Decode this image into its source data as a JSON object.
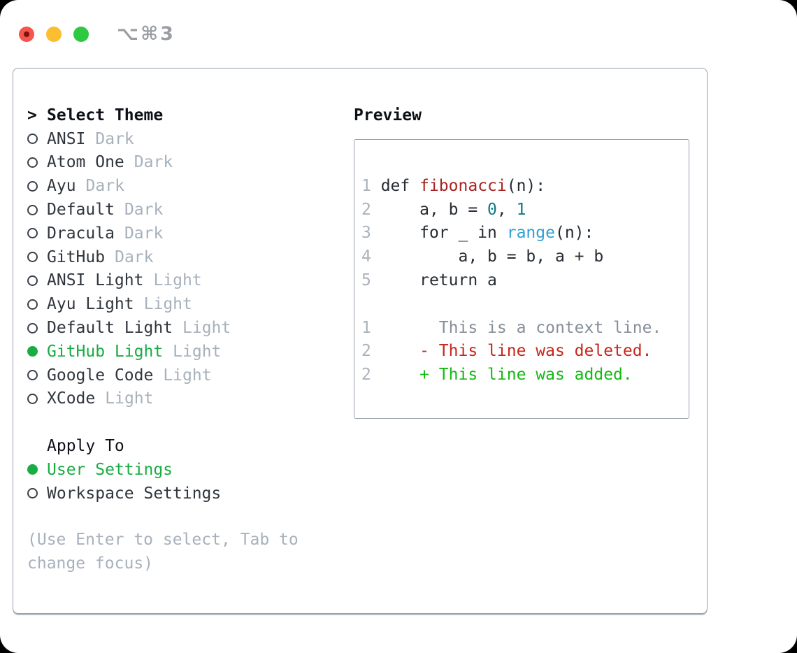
{
  "titlebar": {
    "title": "⌥⌘3"
  },
  "colors": {
    "selected_green": "#18ac43",
    "added_green": "#12ba12",
    "deleted_red": "#c5281c",
    "function_red": "#a82422",
    "number_teal": "#0e7a80",
    "call_blue": "#2f9fd6",
    "muted_gray": "#a7b1bc",
    "text_dark": "#30363d",
    "panel_border": "#97a1ad",
    "traffic_red": "#f5554d",
    "traffic_yellow": "#fcbe30",
    "traffic_green": "#2ec940"
  },
  "icons": {
    "radio_selected": "filled-circle",
    "radio_unselected": "outline-circle",
    "traffic_lights": [
      "close-circle",
      "minimize-circle",
      "zoom-circle"
    ]
  },
  "left": {
    "header_prefix": ">",
    "header": "Select Theme",
    "themes": [
      {
        "name": "ANSI",
        "variant": "Dark",
        "selected": false
      },
      {
        "name": "Atom One",
        "variant": "Dark",
        "selected": false
      },
      {
        "name": "Ayu",
        "variant": "Dark",
        "selected": false
      },
      {
        "name": "Default",
        "variant": "Dark",
        "selected": false
      },
      {
        "name": "Dracula",
        "variant": "Dark",
        "selected": false
      },
      {
        "name": "GitHub",
        "variant": "Dark",
        "selected": false
      },
      {
        "name": "ANSI Light",
        "variant": "Light",
        "selected": false
      },
      {
        "name": "Ayu Light",
        "variant": "Light",
        "selected": false
      },
      {
        "name": "Default Light",
        "variant": "Light",
        "selected": false
      },
      {
        "name": "GitHub Light",
        "variant": "Light",
        "selected": true
      },
      {
        "name": "Google Code",
        "variant": "Light",
        "selected": false
      },
      {
        "name": "XCode",
        "variant": "Light",
        "selected": false
      }
    ],
    "apply": {
      "header": "Apply To",
      "options": [
        {
          "label": "User Settings",
          "selected": true
        },
        {
          "label": "Workspace Settings",
          "selected": false
        }
      ]
    },
    "hint": "(Use Enter to select, Tab to change focus)"
  },
  "preview": {
    "header": "Preview",
    "lines": [
      [
        [
          "ln",
          "1"
        ],
        [
          "code",
          " def "
        ],
        [
          "fn",
          "fibonacci"
        ],
        [
          "code",
          "(n):"
        ]
      ],
      [
        [
          "ln",
          "2"
        ],
        [
          "code",
          "     a, b = "
        ],
        [
          "num",
          "0"
        ],
        [
          "code",
          ", "
        ],
        [
          "num",
          "1"
        ]
      ],
      [
        [
          "ln",
          "3"
        ],
        [
          "code",
          "     for _ in "
        ],
        [
          "call",
          "range"
        ],
        [
          "code",
          "(n):"
        ]
      ],
      [
        [
          "ln",
          "4"
        ],
        [
          "code",
          "         a, b = b, a + b"
        ]
      ],
      [
        [
          "ln",
          "5"
        ],
        [
          "code",
          "     return a"
        ]
      ],
      [],
      [
        [
          "ln",
          "1"
        ],
        [
          "code",
          "       "
        ],
        [
          "ctx",
          "This is a context line."
        ]
      ],
      [
        [
          "ln",
          "2"
        ],
        [
          "code",
          "     "
        ],
        [
          "del",
          "- This line was deleted."
        ]
      ],
      [
        [
          "ln",
          "2"
        ],
        [
          "code",
          "     "
        ],
        [
          "add",
          "+ This line was added."
        ]
      ]
    ]
  }
}
